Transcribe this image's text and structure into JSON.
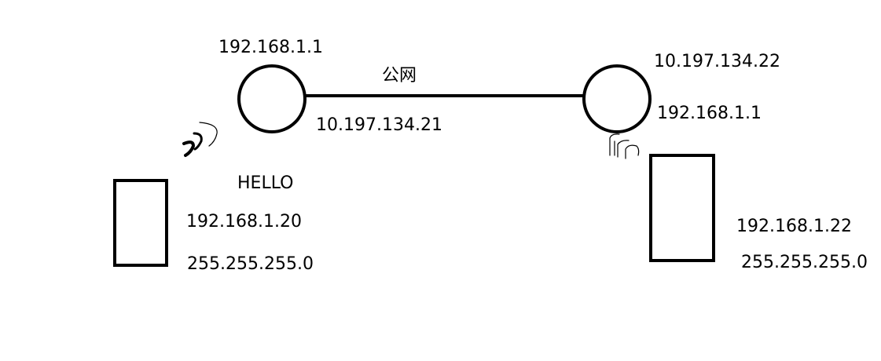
{
  "labels": {
    "left_router_ip": "192.168.1.1",
    "public_network": "公网",
    "left_router_wan_ip": "10.197.134.21",
    "right_router_wan_ip": "10.197.134.22",
    "right_router_ip": "192.168.1.1",
    "hello": "HELLO",
    "left_host_ip": "192.168.1.20",
    "left_host_mask": "255.255.255.0",
    "right_host_ip": "192.168.1.22",
    "right_host_mask": "255.255.255.0"
  },
  "colors": {
    "ink": "#000000",
    "background": "#ffffff"
  }
}
